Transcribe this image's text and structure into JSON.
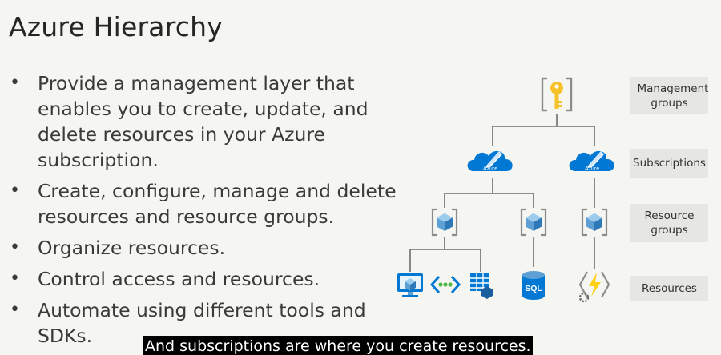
{
  "slide": {
    "title": "Azure Hierarchy",
    "bullets": [
      "Provide a management layer that enables you to create, update, and delete resources in your Azure subscription.",
      "Create, configure, manage and delete resources and resource groups.",
      "Organize resources.",
      "Control access and resources.",
      "Automate using different tools and SDKs."
    ],
    "bullet_symbol": "•"
  },
  "diagram": {
    "levels": {
      "management_groups": "Management groups",
      "subscriptions": "Subscriptions",
      "resource_groups": "Resource groups",
      "resources": "Resources"
    },
    "cloud_label": "Azure",
    "sql_label": "SQL",
    "colors": {
      "azure_blue": "#0078d4",
      "key_yellow": "#f7c229",
      "cube_blue": "#5ea0d4",
      "connector": "#6d6d6d",
      "sql_cylinder": "#0078d4",
      "function_yellow": "#fcd116"
    },
    "icons": [
      "management-group-key-icon",
      "subscription-cloud-icon",
      "resource-group-icon",
      "virtual-machine-icon",
      "virtual-network-icon",
      "storage-table-icon",
      "sql-database-icon",
      "function-app-icon"
    ]
  },
  "caption": {
    "text": "And subscriptions are where you create resources."
  }
}
